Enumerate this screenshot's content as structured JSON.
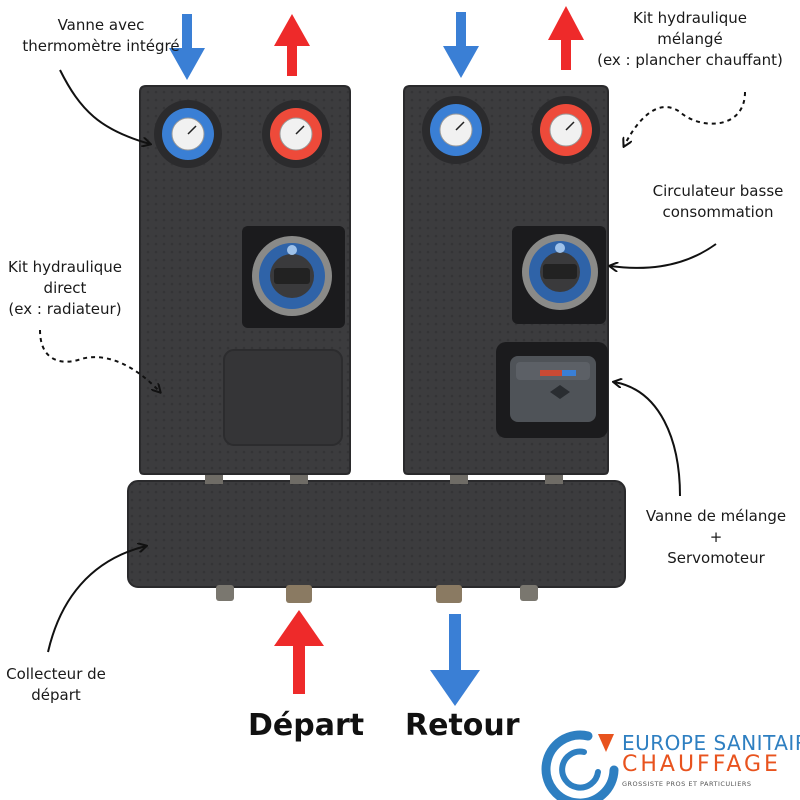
{
  "labels": {
    "vanne_thermo": [
      "Vanne avec",
      "thermomètre intégré"
    ],
    "kit_melange": [
      "Kit hydraulique",
      "mélangé",
      "(ex : plancher chauffant)"
    ],
    "circulateur": [
      "Circulateur basse",
      "consommation"
    ],
    "kit_direct": [
      "Kit hydraulique",
      "direct",
      "(ex : radiateur)"
    ],
    "vanne_melange": [
      "Vanne de mélange",
      "+",
      "Servomoteur"
    ],
    "collecteur": [
      "Collecteur de",
      "départ"
    ],
    "depart": "Départ",
    "retour": "Retour"
  },
  "logo": {
    "line1": "EUROPE SANITAIRE",
    "line2": "CHAUFFAGE",
    "tagline": "GROSSISTE PROS ET PARTICULIERS"
  },
  "colors": {
    "cold": "#3a7fd5",
    "hot": "#ee2a2a",
    "insulation": "#3a3a3c",
    "brand_blue": "#2e7fc1",
    "brand_orange": "#e8531e"
  },
  "icons": [
    "arrow-down-icon",
    "arrow-up-icon",
    "thermometer-gauge-icon",
    "pump-icon",
    "servomotor-icon",
    "brand-logo-icon"
  ]
}
